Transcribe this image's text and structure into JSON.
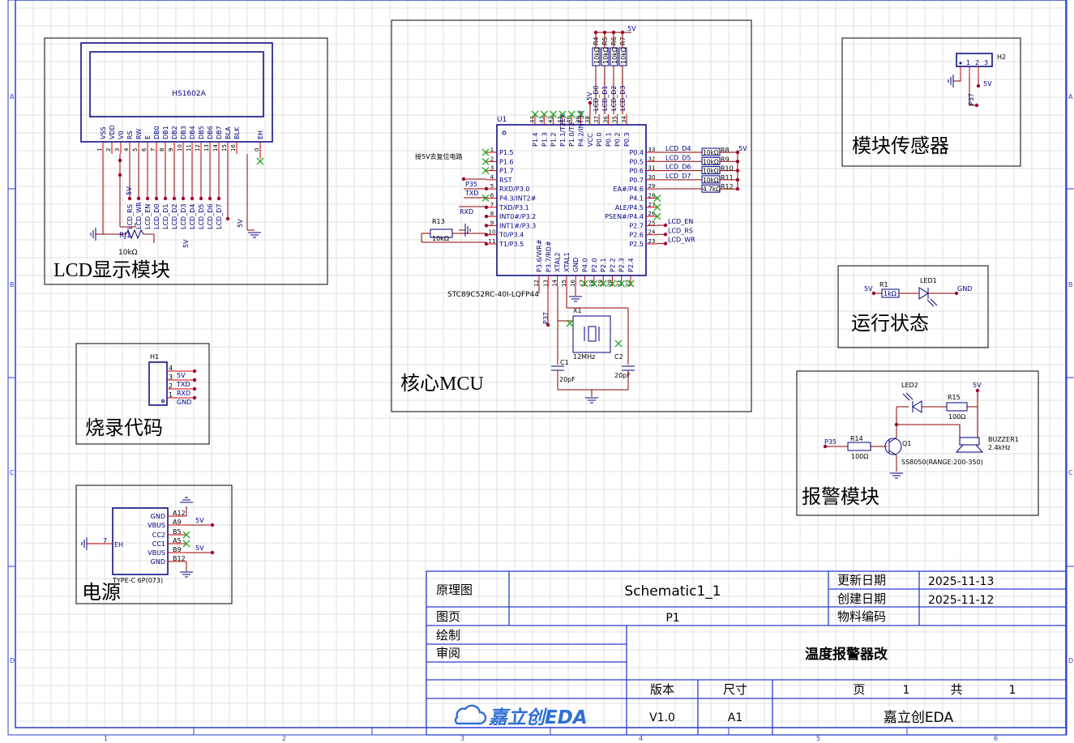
{
  "zones": {
    "rows": [
      "A",
      "B",
      "C",
      "D"
    ],
    "cols": [
      "1",
      "2",
      "3",
      "4",
      "5",
      "6"
    ]
  },
  "blocks": {
    "lcd": "LCD显示模块",
    "mcu": "核心MCU",
    "sensor": "模块传感器",
    "status": "运行状态",
    "flash": "烧录代码",
    "power": "电源",
    "alarm": "报警模块"
  },
  "lcd": {
    "part": "HS1602A",
    "pins": [
      "VSS",
      "VDD",
      "V0",
      "RS",
      "RW",
      "E",
      "DB0",
      "DB1",
      "DB2",
      "DB3",
      "DB4",
      "DB5",
      "DB6",
      "DB7",
      "BLA",
      "BLK",
      "EH"
    ],
    "pin_numbers": [
      "1",
      "2",
      "3",
      "4",
      "5",
      "6",
      "7",
      "8",
      "9",
      "10",
      "11",
      "12",
      "13",
      "14",
      "15",
      "16",
      "0"
    ],
    "nets": [
      "LCD_RS",
      "LCD_WR",
      "LCD_EN",
      "LCD_D0",
      "LCD_D1",
      "LCD_D2",
      "LCD_D3",
      "LCD_D4",
      "LCD_D5",
      "LCD_D6",
      "LCD_D7"
    ],
    "pot": "RJ1",
    "pot_value": "10kΩ",
    "v5": "5V"
  },
  "mcu": {
    "ref": "U1",
    "part": "STC89C52RC-40I-LQFP44",
    "note": "接5V去复位电路",
    "left_pins": [
      "P1.5",
      "P1.6",
      "P1.7",
      "RST",
      "RXD/P3.0",
      "P4.3/INT2#",
      "TXD/P3.1",
      "INT0#/P3.2",
      "INT1#/P3.3",
      "T0/P3.4",
      "T1/P3.5"
    ],
    "left_nums": [
      "1",
      "2",
      "3",
      "4",
      "5",
      "6",
      "7",
      "8",
      "9",
      "10",
      "11"
    ],
    "right_pins": [
      "P0.4",
      "P0.5",
      "P0.6",
      "P0.7",
      "EA#/P4.6",
      "P4.1",
      "ALE/P4.5",
      "PSEN#/P4.4",
      "P2.7",
      "P2.6",
      "P2.5"
    ],
    "right_nums": [
      "33",
      "32",
      "31",
      "30",
      "29",
      "28",
      "27",
      "26",
      "25",
      "24",
      "23"
    ],
    "top_pins": [
      "P1.4",
      "P1.3",
      "P1.2",
      "P1.1/T2EX",
      "P1.0/T2",
      "P4.2/INT3#",
      "VCC",
      "P0.0",
      "P0.1",
      "P0.2",
      "P0.3"
    ],
    "top_nums": [
      "44",
      "43",
      "42",
      "41",
      "40",
      "39",
      "38",
      "37",
      "36",
      "35",
      "34"
    ],
    "bottom_pins": [
      "P3.6/WR#",
      "P3.7/RD#",
      "XTAL2",
      "XTAL1",
      "GND",
      "P4.0",
      "P2.0",
      "P2.1",
      "P2.2",
      "P2.3",
      "P2.4"
    ],
    "bottom_nums": [
      "12",
      "13",
      "14",
      "15",
      "16",
      "17",
      "18",
      "19",
      "20",
      "21",
      "22"
    ],
    "top_nets": [
      "LCD_D0",
      "LCD_D1",
      "LCD_D2",
      "LCD_D3"
    ],
    "right_nets": [
      "LCD_D4",
      "LCD_D5",
      "LCD_D6",
      "LCD_D7"
    ],
    "ctrl_nets": [
      "LCD_EN",
      "LCD_RS",
      "LCD_WR"
    ],
    "pullups": [
      "R4",
      "R5",
      "R6",
      "R7"
    ],
    "pullup_value": "10kΩ",
    "right_res": [
      "R8",
      "R9",
      "R10",
      "R11",
      "R12"
    ],
    "right_res_values": [
      "10kΩ",
      "10kΩ",
      "10kΩ",
      "10kΩ",
      "4.7kΩ"
    ],
    "net_p35": "P35",
    "net_txd": "TXD",
    "net_rxd": "RXD",
    "net_p37": "P37",
    "r13": "R13",
    "r13_value": "10kΩ",
    "v5": "5V",
    "crystal": "X1",
    "crystal_value": "12MHz",
    "c1": "C1",
    "c2": "C2",
    "cap_value": "20pF"
  },
  "sensor": {
    "ref": "H2",
    "pins": [
      "1",
      "2",
      "3"
    ],
    "net": "P37",
    "v5": "5V"
  },
  "status": {
    "r": "R1",
    "r_value": "1kΩ",
    "led": "LED1",
    "v5": "5V",
    "gnd": "GND"
  },
  "flash": {
    "ref": "H1",
    "pins": [
      "4",
      "3",
      "2",
      "1"
    ],
    "nets": [
      "5V",
      "TXD",
      "RXD",
      "GND"
    ]
  },
  "power": {
    "pins": [
      "GND",
      "VBUS",
      "CC2",
      "CC1",
      "VBUS",
      "GND"
    ],
    "pin_ids": [
      "A12",
      "A9",
      "B5",
      "A5",
      "B9",
      "B12"
    ],
    "eh": "EH",
    "eh_num": "7",
    "part": "TYPE-C 6P(073)",
    "v5": "5V"
  },
  "alarm": {
    "led": "LED2",
    "r15": "R15",
    "r15_value": "100Ω",
    "r14": "R14",
    "r14_value": "100Ω",
    "q": "Q1",
    "q_part": "SS8050(RANGE:200-350)",
    "buzzer": "BUZZER1",
    "buzzer_freq": "2.4kHz",
    "net": "P35",
    "v5": "5V"
  },
  "title_block": {
    "schematic_label": "原理图",
    "schematic_name": "Schematic1_1",
    "page_label": "图页",
    "page_name": "P1",
    "draw_label": "绘制",
    "review_label": "审阅",
    "updated_label": "更新日期",
    "updated": "2025-11-13",
    "created_label": "创建日期",
    "created": "2025-11-12",
    "bom_label": "物料编码",
    "title": "温度报警器改",
    "version_label": "版本",
    "version": "V1.0",
    "size_label": "尺寸",
    "size": "A1",
    "page_no_label": "页",
    "page_no": "1",
    "total_label": "共",
    "total": "1",
    "logo": "嘉立创EDA",
    "company": "嘉立创EDA"
  },
  "colors": {
    "frame": "#2a3fd0",
    "wire": "#8b0000",
    "symbol": "#000080",
    "pin_text": "#000080",
    "net": "#000080",
    "dot": "#a00030",
    "pin": "#cc0000",
    "noconnect": "#22aa22",
    "pad": "#ff00cc",
    "grid": "#d6d6d6"
  }
}
